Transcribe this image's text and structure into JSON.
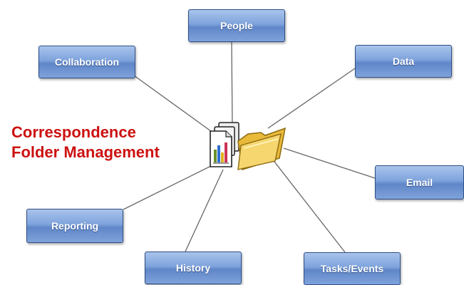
{
  "diagram": {
    "title_line1": "Correspondence",
    "title_line2": "Folder Management",
    "nodes": {
      "people": "People",
      "collaboration": "Collaboration",
      "data": "Data",
      "email": "Email",
      "reporting": "Reporting",
      "history": "History",
      "tasks": "Tasks/Events"
    }
  },
  "colors": {
    "title": "#cc1111",
    "node_fill": "#7ea3dc",
    "node_border": "#2f4f86",
    "connector": "#666666",
    "folder": "#f2c84b"
  },
  "icons": [
    "documents-chart-icon",
    "folder-icon"
  ]
}
